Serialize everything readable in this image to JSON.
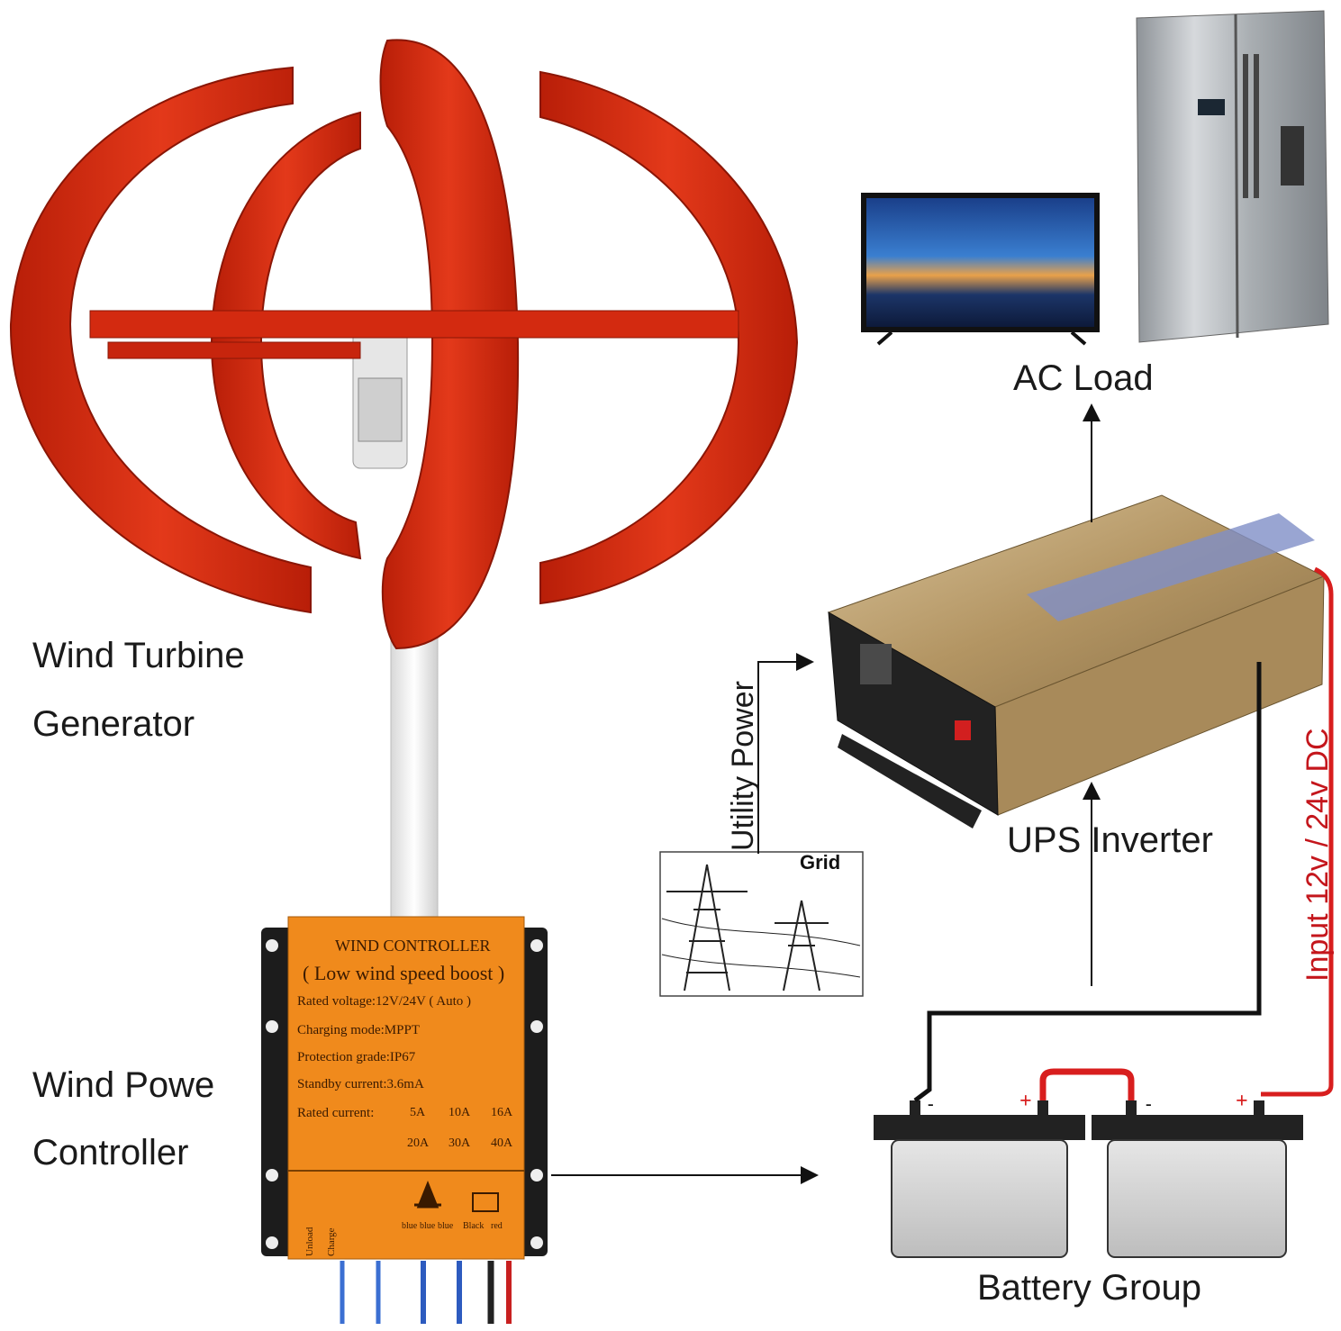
{
  "labels": {
    "ac_load": "AC Load",
    "turbine_line1": "Wind Turbine",
    "turbine_line2": "Generator",
    "controller_line1": "Wind Powe",
    "controller_line2": "Controller",
    "utility_power": "Utility Power",
    "grid": "Grid",
    "ups_inverter": "UPS Inverter",
    "input_dc": "Input 12v / 24v DC",
    "battery_group": "Battery Group"
  },
  "controller": {
    "title": "WIND CONTROLLER",
    "subtitle": "( Low wind speed boost )",
    "rated_voltage": "Rated voltage:12V/24V ( Auto )",
    "charging_mode": "Charging mode:MPPT",
    "protection": "Protection grade:IP67",
    "standby": "Standby current:3.6mA",
    "rated_current": "Rated current:",
    "current_options_row1": [
      "5A",
      "10A",
      "16A"
    ],
    "current_options_row2": [
      "20A",
      "30A",
      "40A"
    ],
    "terminal_labels": [
      "blue",
      "blue",
      "blue",
      "Black",
      "red"
    ],
    "side_labels": [
      "Unload",
      "Charge"
    ]
  },
  "battery_terminals": [
    "-",
    "+",
    "-",
    "+"
  ],
  "colors": {
    "turbine_red": "#d42a10",
    "controller_orange": "#f08a1c",
    "wire_red": "#d81e1e",
    "wire_black": "#111111",
    "inverter_gold": "#b89a68"
  }
}
